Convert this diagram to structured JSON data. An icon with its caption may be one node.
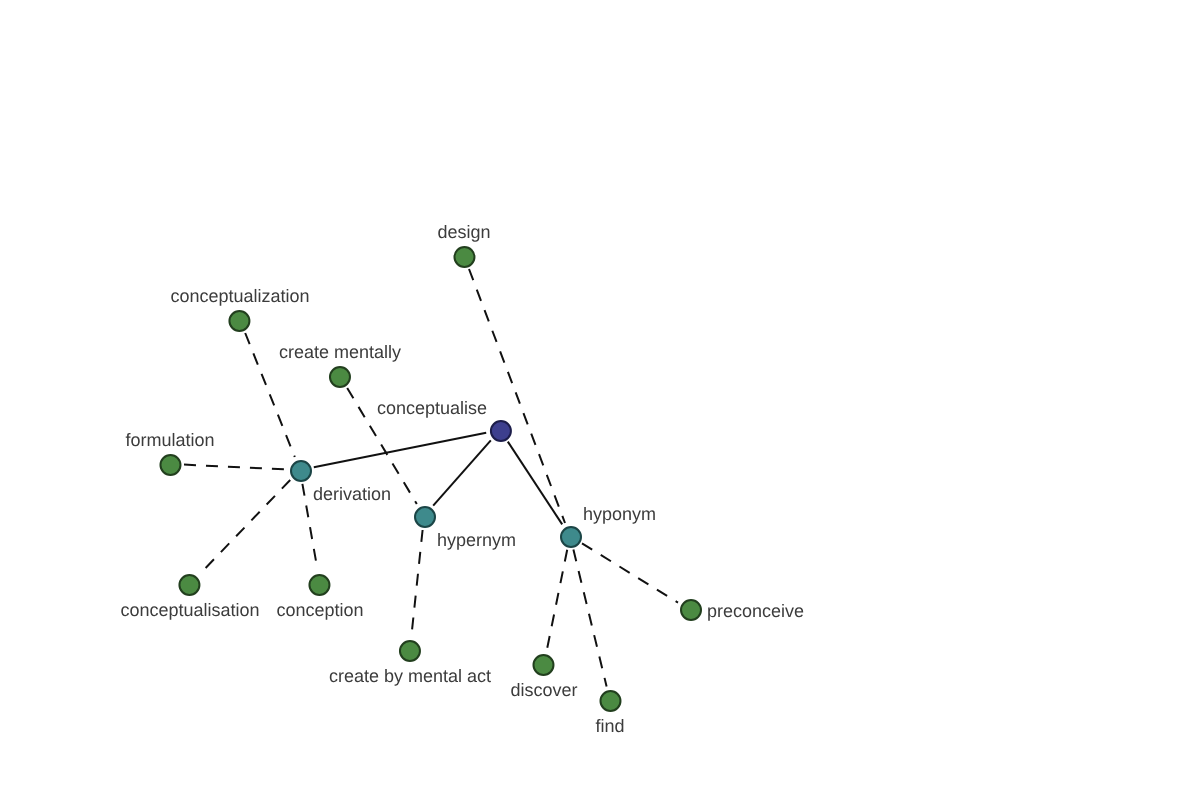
{
  "diagram": {
    "nodes": [
      {
        "text": [
          "design"
        ]
      },
      {
        "text": [
          "conceptualization"
        ]
      },
      {
        "text": [
          "create mentally"
        ]
      },
      {
        "text": [
          "conceptualise"
        ]
      },
      {
        "text": [
          "formulation"
        ]
      },
      {
        "text": [
          "derivation"
        ]
      },
      {
        "text": [
          "hypernym"
        ]
      },
      {
        "text": [
          "hyponym"
        ]
      },
      {
        "text": [
          "conceptualisation"
        ]
      },
      {
        "text": [
          "conception"
        ]
      },
      {
        "text": [
          "preconceive"
        ]
      },
      {
        "text": [
          "create by mental act"
        ]
      },
      {
        "text": [
          "discover"
        ]
      },
      {
        "text": [
          "find"
        ]
      }
    ],
    "edges": [
      {
        "from": 3,
        "to": 5,
        "arrow": "none"
      },
      {
        "from": 3,
        "to": 6,
        "arrow": "none"
      },
      {
        "from": 3,
        "to": 7,
        "arrow": "none"
      },
      {
        "from": 0,
        "to": 7,
        "arrow": "none",
        "style": "dashed"
      },
      {
        "from": 1,
        "to": 5,
        "arrow": "none",
        "style": "dashed"
      },
      {
        "from": 2,
        "to": 6,
        "arrow": "none",
        "style": "dashed"
      },
      {
        "from": 4,
        "to": 5,
        "arrow": "none",
        "style": "dashed"
      },
      {
        "from": 5,
        "to": 8,
        "arrow": "none",
        "style": "dashed"
      },
      {
        "from": 5,
        "to": 9,
        "arrow": "none",
        "style": "dashed"
      },
      {
        "from": 6,
        "to": 11,
        "arrow": "none",
        "style": "dashed"
      },
      {
        "from": 7,
        "to": 12,
        "arrow": "none",
        "style": "dashed"
      },
      {
        "from": 7,
        "to": 13,
        "arrow": "none",
        "style": "dashed"
      },
      {
        "from": 7,
        "to": 10,
        "arrow": "none",
        "style": "dashed"
      }
    ]
  }
}
